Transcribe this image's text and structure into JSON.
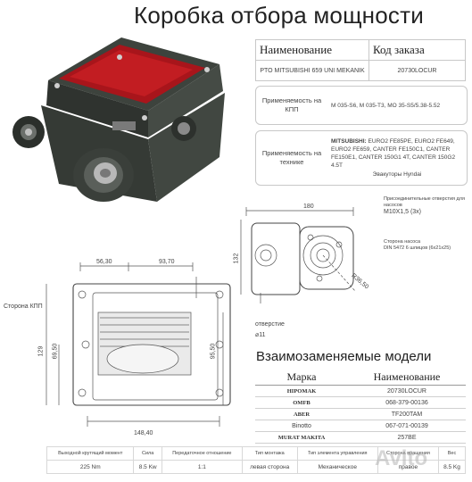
{
  "title": "Коробка отбора мощности",
  "spec": {
    "col_name": "Наименование",
    "col_code": "Код заказа",
    "name": "PTO MITSUBISHI 659 UNI MEKANIK",
    "code": "20730LOCUR",
    "gearbox_label": "Применяемость на КПП",
    "gearbox_value": "M 035-S6, M 035-T3, MO 35-S5/5.38-5.52",
    "vehicle_label": "Применяемость на технике",
    "vehicle_brand": "MITSUBISHI:",
    "vehicle_value": " EURO2 FE85PE, EURO2 FE649, EURO2 FE659, CANTER FE150C1, CANTER FE150E1, CANTER 150G1 4T, CANTER 150G2 4.5T",
    "vehicle_extra": "Эвакуторы Hyndai"
  },
  "drawing": {
    "dim_180": "180",
    "dim_132": "132",
    "dim_5630": "56,30",
    "dim_9370": "93,70",
    "dim_129": "129",
    "dim_6950": "69,50",
    "dim_9550": "95,50",
    "dim_14840": "148,40",
    "dim_r3650": "R36,50",
    "hole_label": "отверстие",
    "hole_value": "⌀11",
    "kpp_side": "Сторона КПП",
    "mount_label": "Присоединительные отверстия для насосов",
    "mount_value": "M10X1,5 (3x)",
    "pump_side": "Сторона насоса",
    "pump_spline": "DIN 5472 6 шлицов (6x21x25)"
  },
  "replacements": {
    "heading": "Взаимозаменяемые модели",
    "col_brand": "Марка",
    "col_name": "Наименование",
    "rows": [
      {
        "brand": "HIPOMAK",
        "name": "20730LOCUR"
      },
      {
        "brand": "OMFB",
        "name": "068-379-00136"
      },
      {
        "brand": "ABER",
        "name": "TF200TAM"
      },
      {
        "brand": "Binotto",
        "name": "067-071-00139"
      },
      {
        "brand": "MURAT MAKITA",
        "name": "257BE"
      }
    ]
  },
  "bottom_table": {
    "headers": [
      "Выходной крутящий момент",
      "Сила",
      "Передаточное отношение",
      "Тип монтажа",
      "Тип элемента управления",
      "Сторона вращения",
      "Вес"
    ],
    "values": [
      "225 Nm",
      "8.5 Kw",
      "1:1",
      "левая сторона",
      "Механическое",
      "правое",
      "8.5 Kg"
    ]
  },
  "watermark": "Avito",
  "colors": {
    "housing": "#3a3f3a",
    "window": "#b0171c"
  }
}
